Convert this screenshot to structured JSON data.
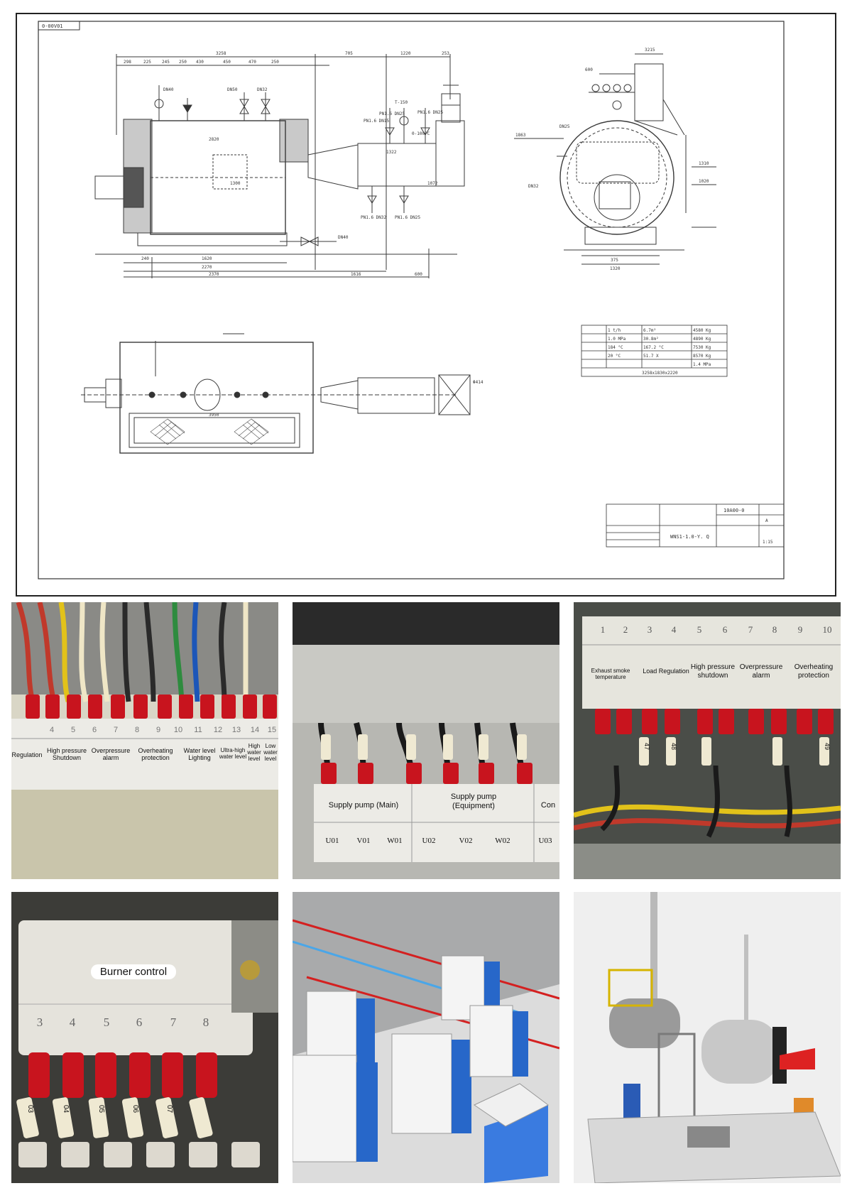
{
  "drawing": {
    "corner_tag": "0-00V01",
    "title_block": {
      "drawing_code": "10A00-0",
      "model": "WNS1-1.0-Y. Q",
      "sheet_cells": [
        "A",
        "1:15"
      ]
    },
    "spec_table": [
      [
        "1 t/h",
        "6.7m²",
        "4580 Kg"
      ],
      [
        "1.0 MPa",
        "30.8m²",
        "4890 Kg"
      ],
      [
        "184 °C",
        "167.2 °C",
        "7530 Kg"
      ],
      [
        "20 °C",
        "51.7 X",
        "8570 Kg"
      ],
      [
        "",
        "",
        "1.4 MPa"
      ]
    ],
    "spec_overall": "3258x1830x2220",
    "dims": {
      "top": [
        "3258",
        "705",
        "1220",
        "253"
      ],
      "top_sub": [
        "298",
        "225",
        "245",
        "250",
        "430",
        "450",
        "470",
        "250"
      ],
      "bottom": [
        "2370",
        "1616",
        "600"
      ],
      "bottom_sub": [
        "1620",
        "2270",
        "240"
      ],
      "side": [
        "3215",
        "600",
        "1320",
        "375",
        "1310",
        "1020",
        "1863",
        "DN25",
        "DN32"
      ],
      "valves": [
        "DN40",
        "DN50",
        "DN32",
        "PN1.6 DN15",
        "PN1.6 DN25",
        "PN1.6 DN25",
        "T-150",
        "0-100°C",
        "PN1.6 DN32",
        "PN1.6 DN25",
        "DN40"
      ],
      "inner": [
        "2820",
        "1300",
        "1322",
        "1072"
      ],
      "plan": [
        "3950",
        "Φ414"
      ]
    }
  },
  "photos": {
    "terminal_left": {
      "numbers": [
        "4",
        "5",
        "6",
        "7",
        "8",
        "9",
        "10",
        "11",
        "12",
        "13",
        "14",
        "15"
      ],
      "labels": [
        "Regulation",
        "High pressure\nShutdown",
        "Overpressure\nalarm",
        "Overheating\nprotection",
        "Water level\nLighting",
        "Ultra-high\nwater level",
        "High\nwater\nlevel",
        "Low\nwater\nlevel"
      ]
    },
    "terminal_middle": {
      "labels": [
        "Supply pump (Main)",
        "Supply pump\n(Equipment)",
        "Con"
      ],
      "codes": [
        "U01",
        "V01",
        "W01",
        "U02",
        "V02",
        "W02",
        "U03"
      ]
    },
    "terminal_right": {
      "numbers": [
        "1",
        "2",
        "3",
        "4",
        "5",
        "6",
        "7",
        "8",
        "9",
        "10"
      ],
      "labels": [
        "Exhaust smoke temperature",
        "Load Regulation",
        "High pressure\nshutdown",
        "Overpressure\nalarm",
        "Overheating\nprotection"
      ],
      "wire_marks": [
        "47",
        "48",
        "49"
      ]
    },
    "burner": {
      "label": "Burner control",
      "numbers": [
        "3",
        "4",
        "5",
        "6",
        "7",
        "8"
      ],
      "wire_marks": [
        "03",
        "04",
        "05",
        "06",
        "07"
      ]
    },
    "render_units": {
      "caption": ""
    },
    "render_boiler": {
      "caption": ""
    }
  },
  "colors": {
    "cad_line": "#3a3a3a",
    "red_lug": "#c8141e",
    "panel_bg": "#e8e6de"
  }
}
